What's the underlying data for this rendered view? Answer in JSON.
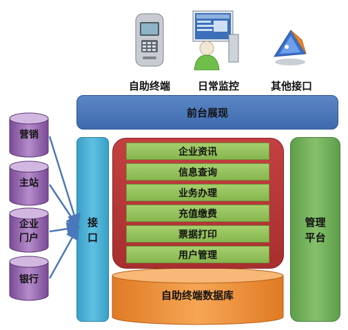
{
  "top_items": [
    {
      "label": "自助终端",
      "icon": "kiosk-terminal-icon"
    },
    {
      "label": "日常监控",
      "icon": "monitoring-person-icon"
    },
    {
      "label": "其他接口",
      "icon": "other-interface-icon"
    }
  ],
  "frontend": "前台展现",
  "interface": "接口",
  "management": "管理平台",
  "management_lines": [
    "管理",
    "平台"
  ],
  "services": [
    "企业资讯",
    "信息查询",
    "业务办理",
    "充值缴费",
    "票据打印",
    "用户管理"
  ],
  "database": "自助终端数据库",
  "sources": [
    "营销",
    "主站",
    "企业门户",
    "银行"
  ],
  "source_lines": [
    [
      "营销"
    ],
    [
      "主站"
    ],
    [
      "企业",
      "门户"
    ],
    [
      "银行"
    ]
  ],
  "colors": {
    "frontend_blue": "#4a78bb",
    "interface_cyan": "#4bb1d6",
    "management_green": "#74b05a",
    "services_red": "#b53838",
    "service_green": "#96c35e",
    "database_orange": "#f29a3e",
    "source_purple": "#8e5fa8",
    "arrow_blue": "#4a78bb"
  }
}
